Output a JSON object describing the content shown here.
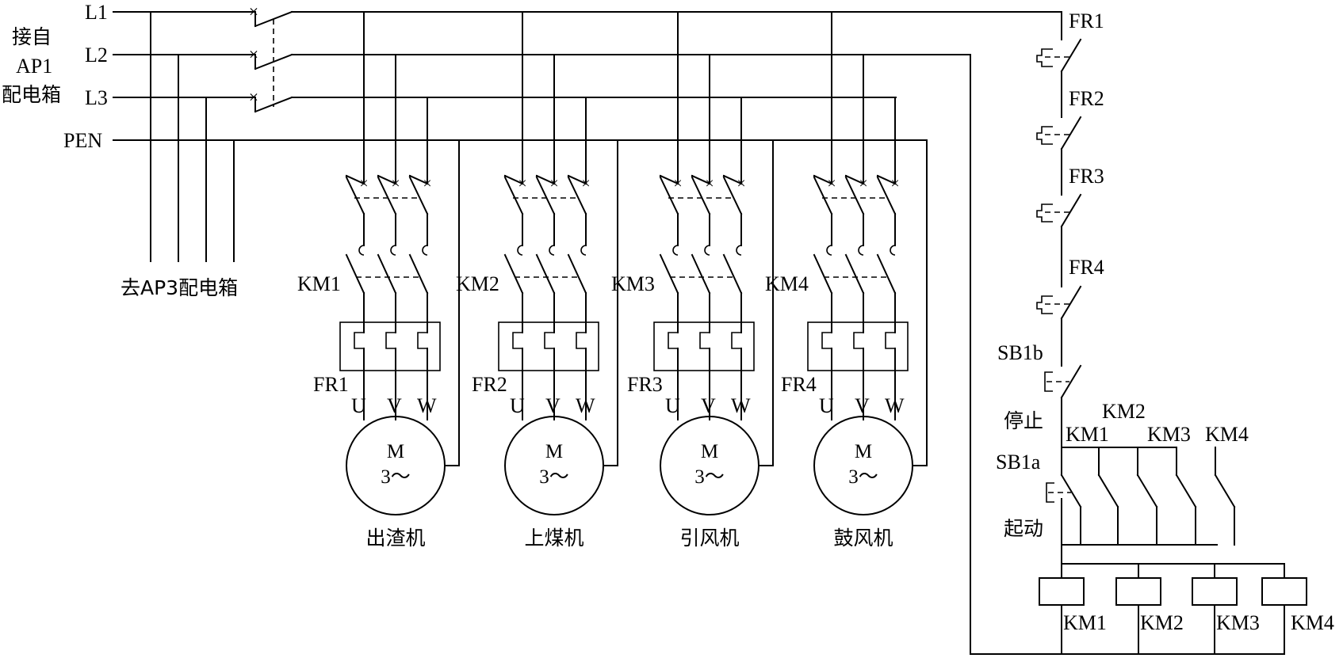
{
  "bus": {
    "l1": "L1",
    "l2": "L2",
    "l3": "L3",
    "pen": "PEN",
    "source_line1": "接自",
    "source_line2": "AP1",
    "source_line3": "配电箱",
    "outgoing": "去AP3配电箱"
  },
  "branches": [
    {
      "contactor": "KM1",
      "relay": "FR1",
      "u": "U",
      "v": "V",
      "w": "W",
      "motor_top": "M",
      "motor_bottom": "3～",
      "machine": "出渣机"
    },
    {
      "contactor": "KM2",
      "relay": "FR2",
      "u": "U",
      "v": "V",
      "w": "W",
      "motor_top": "M",
      "motor_bottom": "3～",
      "machine": "上煤机"
    },
    {
      "contactor": "KM3",
      "relay": "FR3",
      "u": "U",
      "v": "V",
      "w": "W",
      "motor_top": "M",
      "motor_bottom": "3～",
      "machine": "引风机"
    },
    {
      "contactor": "KM4",
      "relay": "FR4",
      "u": "U",
      "v": "V",
      "w": "W",
      "motor_top": "M",
      "motor_bottom": "3～",
      "machine": "鼓风机"
    }
  ],
  "control": {
    "fr_contacts": [
      "FR1",
      "FR2",
      "FR3",
      "FR4"
    ],
    "stop_button": "SB1b",
    "stop_label": "停止",
    "start_button": "SB1a",
    "start_label": "起动",
    "aux_contacts": [
      "KM1",
      "KM2",
      "KM3",
      "KM4"
    ],
    "coils": [
      "KM1",
      "KM2",
      "KM3",
      "KM4"
    ]
  }
}
